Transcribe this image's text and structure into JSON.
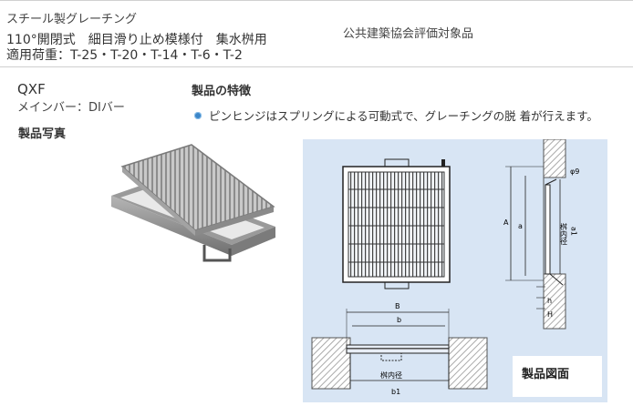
{
  "header": {
    "category": "スチール製グレーチング",
    "spec": "110°開閉式　細目滑り止め模様付　集水桝用",
    "load": "適用荷重：T-25・T-20・T-14・T-6・T-2",
    "public_note": "公共建築協会評価対象品"
  },
  "product": {
    "code": "QXF",
    "member": "メインバー：DIバー",
    "photo_heading": "製品写真",
    "features_heading": "製品の特徴",
    "features": [
      "ピンヒンジはスプリングによる可動式で、グレーチングの脱 着が行えます。"
    ]
  },
  "drawing": {
    "label": "製品図面",
    "dims": {
      "A": "A",
      "a": "a",
      "B": "B",
      "b": "b",
      "h": "h",
      "H": "H",
      "phi": "φ9",
      "inner_v": "桝内径",
      "inner_v_sym": "a1",
      "inner_h": "桝内径",
      "inner_h_sym": "b1"
    }
  },
  "colors": {
    "drawing_bg": "#d8e5f4",
    "bullet": "#3c86c8"
  }
}
